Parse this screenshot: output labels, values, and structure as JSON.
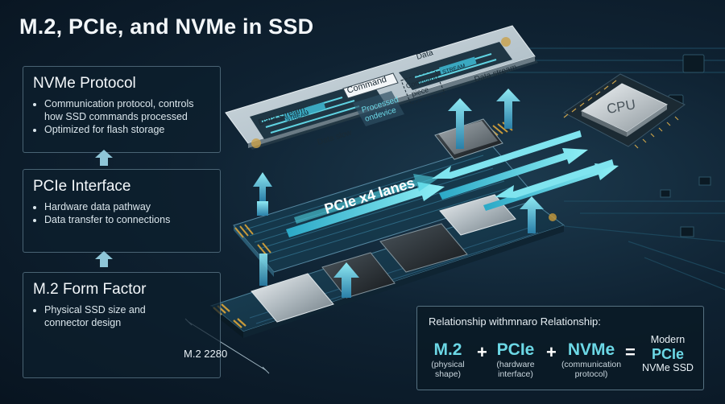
{
  "title": "M.2, PCIe, and NVMe in SSD",
  "panels": {
    "nvme": {
      "heading": "NVMe Protocol",
      "bullets": [
        "Communication protocol, controls",
        "how SSD commands processed",
        "Optimized for flash storage"
      ]
    },
    "pcie": {
      "heading": "PCIe Interface",
      "bullets": [
        "Hardware data pathway",
        "Data transfer to connections"
      ]
    },
    "m2": {
      "heading": "M.2 Form Factor",
      "bullets": [
        "Physical SSD size and",
        "connector design"
      ]
    }
  },
  "diagram": {
    "nvme_layer": {
      "data_stream_left": "Data stream:",
      "stream_tag": "STREAM",
      "data_slow": "Data slow",
      "command": "Command",
      "processed": "Processed",
      "ondevice": "ondevice",
      "command_piece": "Command:",
      "piece": "piece",
      "data_top": "Data",
      "data_stream_right": "Data stream"
    },
    "pcie_layer": {
      "lanes_label": "PCIe x4 lanes"
    },
    "cpu_label": "CPU",
    "dimension_label": "M.2 2280"
  },
  "relationship": {
    "title": "Relationship withmnaro Relationship:",
    "terms": [
      {
        "name": "M.2",
        "desc1": "(physical",
        "desc2": "shape)"
      },
      {
        "name": "PCIe",
        "desc1": "(hardware",
        "desc2": "interface)"
      },
      {
        "name": "NVMe",
        "desc1": "(communication",
        "desc2": "protocol)"
      }
    ],
    "plus": "+",
    "equals": "=",
    "result_line1": "Modern",
    "result_line2": "PCIe",
    "result_line3": "NVMe SSD"
  },
  "colors": {
    "accent_cyan": "#6cd8e6",
    "arrow_cyan": "#4fd0e0",
    "pcb_dark": "#0f2b3c",
    "gold_contacts": "#c89a3a"
  }
}
